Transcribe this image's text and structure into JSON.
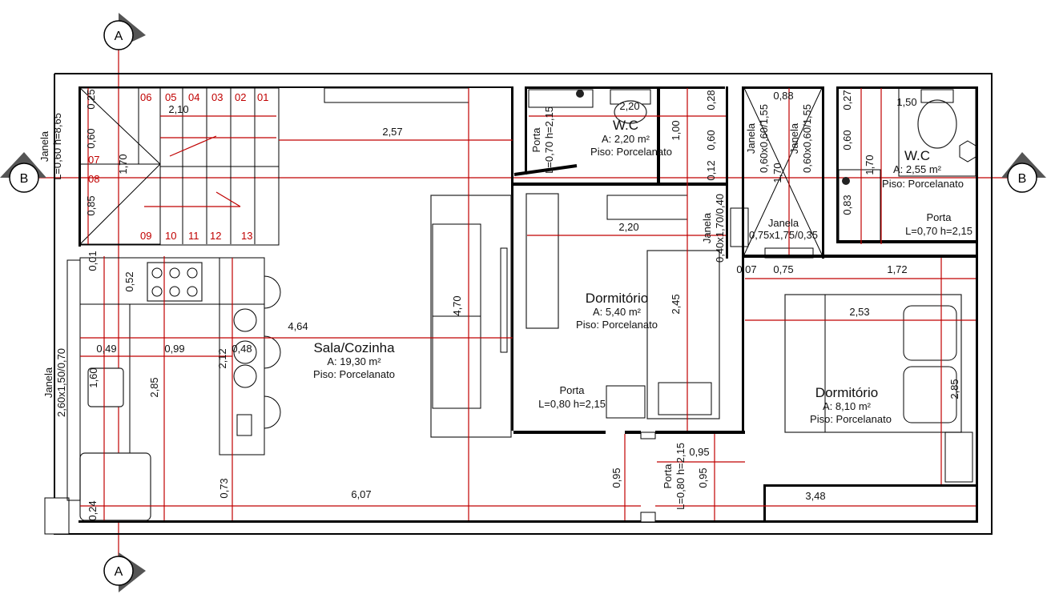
{
  "section_markers": {
    "a_top": "A",
    "a_bottom": "A",
    "b_left": "B",
    "b_right": "B"
  },
  "rooms": {
    "sala": {
      "name": "Sala/Cozinha",
      "area": "A:  19,30  m²",
      "floor": "Piso:   Porcelanato"
    },
    "dorm1": {
      "name": "Dormitório",
      "area": "A:  5,40  m²",
      "floor": "Piso:   Porcelanato"
    },
    "dorm2": {
      "name": "Dormitório",
      "area": "A:  8,10  m²",
      "floor": "Piso:   Porcelanato"
    },
    "wc1": {
      "name": "W.C",
      "area": "A:  2,20  m²",
      "floor": "Piso:   Porcelanato"
    },
    "wc2": {
      "name": "W.C",
      "area": "A:  2,55  m²",
      "floor": "Piso:   Porcelanato"
    }
  },
  "stairs": {
    "top": [
      "06",
      "05",
      "04",
      "03",
      "02",
      "01"
    ],
    "mid": [
      "07",
      "08"
    ],
    "bottom": [
      "09",
      "10",
      "11",
      "12",
      "13"
    ]
  },
  "openings": {
    "janela_left_top": [
      "Janela",
      "L=0,60 h=8,65"
    ],
    "janela_left_kitchen": [
      "Janela",
      "2,60x1,50/0,70"
    ],
    "porta_wc1": [
      "Porta",
      "L=0,70 h=2,15"
    ],
    "janela_a": [
      "Janela",
      "0,60x0,60/1,55"
    ],
    "janela_b": [
      "Janela",
      "0,60x0,60/1,55"
    ],
    "janela_c": [
      "Janela",
      "0,75x1,75/0,35"
    ],
    "janela_d": [
      "Janela",
      "0,40x1,70/0,40"
    ],
    "porta_wc2": [
      "Porta",
      "L=0,70 h=2,15"
    ],
    "porta_dorm1": [
      "Porta",
      "L=0,80 h=2,15"
    ],
    "porta_dorm2": [
      "Porta",
      "L=0,80 h=2,15"
    ]
  },
  "dims": {
    "d210": "2,10",
    "d257": "2,57",
    "d025": "0,25",
    "d060a": "0,60",
    "d170a": "1,70",
    "d085": "0,85",
    "d220a": "2,20",
    "d220b": "2,20",
    "d100": "1,00",
    "d060b": "0,60",
    "d028": "0,28",
    "d012": "0,12",
    "d088": "0,88",
    "d170b": "1,70",
    "d150": "1,50",
    "d027": "0,27",
    "d060c": "0,60",
    "d170c": "1,70",
    "d083": "0,83",
    "d001": "0,01",
    "d052": "0,52",
    "d464": "4,64",
    "d470": "4,70",
    "d049": "0,49",
    "d099": "0,99",
    "d048": "0,48",
    "d212": "2,12",
    "d160": "1,60",
    "d285a": "2,85",
    "d073": "0,73",
    "d024": "0,24",
    "d607": "6,07",
    "d245": "2,45",
    "d007": "0,07",
    "d075": "0,75",
    "d172": "1,72",
    "d253": "2,53",
    "d285b": "2,85",
    "d095a": "0,95",
    "d095b": "0,95",
    "d095c": "0,95",
    "d348": "3,48"
  },
  "colors": {
    "dimension": "#c00000",
    "wall": "#000000",
    "marker": "#555555"
  }
}
